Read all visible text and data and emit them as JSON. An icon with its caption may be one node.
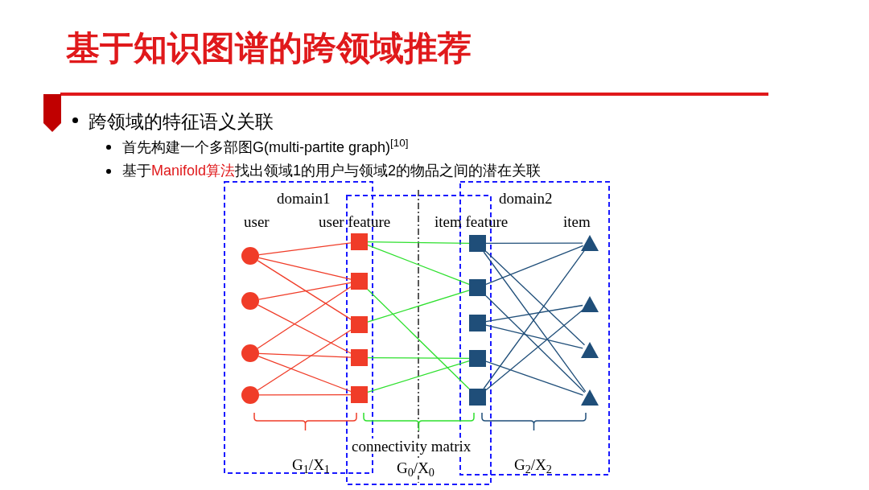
{
  "diagram": {
    "title": "基于知识图谱的跨领域推荐",
    "nodes": [
      {
        "text": [],
        "shape": "circle"
      },
      {
        "text": [],
        "shape": "circle"
      },
      {
        "text": [],
        "shape": "circle"
      },
      {
        "text": [],
        "shape": "circle"
      },
      {
        "text": [],
        "shape": "box"
      },
      {
        "text": [],
        "shape": "box"
      },
      {
        "text": [],
        "shape": "box"
      },
      {
        "text": [],
        "shape": "box"
      },
      {
        "text": [],
        "shape": "box"
      },
      {
        "text": [],
        "shape": "box"
      },
      {
        "text": [],
        "shape": "box"
      },
      {
        "text": [],
        "shape": "box"
      },
      {
        "text": [],
        "shape": "box"
      },
      {
        "text": [],
        "shape": "box"
      },
      {
        "text": [],
        "shape": "triangle"
      },
      {
        "text": [],
        "shape": "triangle"
      },
      {
        "text": [],
        "shape": "triangle"
      },
      {
        "text": [],
        "shape": "triangle"
      }
    ],
    "edges": [
      {
        "from": 0,
        "to": 4,
        "arrow": "none",
        "color": "#f03c28"
      },
      {
        "from": 0,
        "to": 5,
        "arrow": "none",
        "color": "#f03c28"
      },
      {
        "from": 0,
        "to": 6,
        "arrow": "none",
        "color": "#f03c28"
      },
      {
        "from": 1,
        "to": 5,
        "arrow": "none",
        "color": "#f03c28"
      },
      {
        "from": 1,
        "to": 7,
        "arrow": "none",
        "color": "#f03c28"
      },
      {
        "from": 2,
        "to": 5,
        "arrow": "none",
        "color": "#f03c28"
      },
      {
        "from": 2,
        "to": 7,
        "arrow": "none",
        "color": "#f03c28"
      },
      {
        "from": 2,
        "to": 8,
        "arrow": "none",
        "color": "#f03c28"
      },
      {
        "from": 3,
        "to": 6,
        "arrow": "none",
        "color": "#f03c28"
      },
      {
        "from": 3,
        "to": 8,
        "arrow": "none",
        "color": "#f03c28"
      },
      {
        "from": 4,
        "to": 9,
        "arrow": "none",
        "color": "#2ee02e"
      },
      {
        "from": 4,
        "to": 10,
        "arrow": "none",
        "color": "#2ee02e"
      },
      {
        "from": 5,
        "to": 13,
        "arrow": "none",
        "color": "#2ee02e"
      },
      {
        "from": 6,
        "to": 10,
        "arrow": "none",
        "color": "#2ee02e"
      },
      {
        "from": 7,
        "to": 12,
        "arrow": "none",
        "color": "#2ee02e"
      },
      {
        "from": 8,
        "to": 12,
        "arrow": "none",
        "color": "#2ee02e"
      },
      {
        "from": 9,
        "to": 14,
        "arrow": "none",
        "color": "#1f4e79"
      },
      {
        "from": 9,
        "to": 16,
        "arrow": "none",
        "color": "#1f4e79"
      },
      {
        "from": 9,
        "to": 17,
        "arrow": "none",
        "color": "#1f4e79"
      },
      {
        "from": 10,
        "to": 14,
        "arrow": "none",
        "color": "#1f4e79"
      },
      {
        "from": 10,
        "to": 17,
        "arrow": "none",
        "color": "#1f4e79"
      },
      {
        "from": 11,
        "to": 15,
        "arrow": "none",
        "color": "#1f4e79"
      },
      {
        "from": 11,
        "to": 16,
        "arrow": "none",
        "color": "#1f4e79"
      },
      {
        "from": 12,
        "to": 17,
        "arrow": "none",
        "color": "#1f4e79"
      },
      {
        "from": 13,
        "to": 14,
        "arrow": "none",
        "color": "#1f4e79"
      },
      {
        "from": 13,
        "to": 15,
        "arrow": "none",
        "color": "#1f4e79"
      }
    ],
    "labels": [
      "跨领域的特征语义关联",
      "首先构建一个多部图G(multi-partite graph)$^{[10]}$",
      "基于",
      "Manifold算法",
      "找出领域1的用户与领域2的物品之间的潜在关联",
      "domain1",
      "domain2",
      "user",
      "user feature",
      "item feature",
      "item",
      "connectivity matrix",
      "G$_{1}$/X$_{1}$",
      "G$_{0}$/X$_{0}$",
      "G$_{2}$/X$_{2}$"
    ]
  }
}
